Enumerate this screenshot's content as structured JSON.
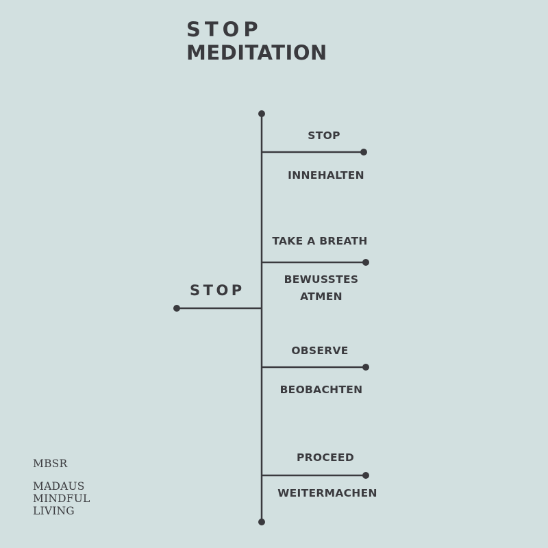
{
  "title": {
    "line1": "STOP",
    "line2": "MEDITATION"
  },
  "root_label": "STOP",
  "steps": [
    {
      "en": "STOP",
      "de": "INNEHALTEN"
    },
    {
      "en": "TAKE A BREATH",
      "de": "BEWUSSTES\nATMEN"
    },
    {
      "en": "OBSERVE",
      "de": "BEOBACHTEN"
    },
    {
      "en": "PROCEED",
      "de": "WEITERMACHEN"
    }
  ],
  "branding": {
    "acronym": "MBSR",
    "name": "MADAUS\nMINDFUL\nLIVING"
  },
  "colors": {
    "background": "#d2e0e0",
    "ink": "#3a3a3e"
  }
}
